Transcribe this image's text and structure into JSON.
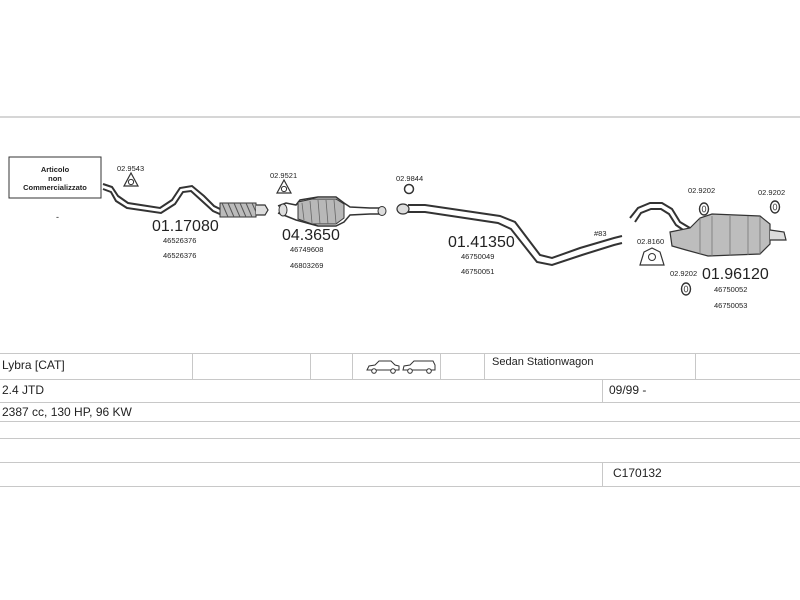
{
  "notice_box": {
    "line1": "Articolo",
    "line2": "non",
    "line3": "Commercializzato"
  },
  "parts": [
    {
      "code": "02.9543"
    },
    {
      "code": "01.17080",
      "refs": [
        "46526376",
        "46526376"
      ]
    },
    {
      "code": "02.9521"
    },
    {
      "code": "04.3650",
      "refs": [
        "46749608",
        "46803269"
      ]
    },
    {
      "code": "02.9844"
    },
    {
      "code": "01.41350",
      "refs": [
        "46750049",
        "46750051"
      ]
    },
    {
      "code": "#83"
    },
    {
      "code": "02.8160"
    },
    {
      "code": "02.9202"
    },
    {
      "code": "02.9202"
    },
    {
      "code": "02.9202"
    },
    {
      "code": "01.96120",
      "refs": [
        "46750052",
        "46750053"
      ]
    }
  ],
  "vehicle": {
    "model": "Lybra [CAT]",
    "body_types": "Sedan Stationwagon",
    "engine": "2.4 JTD",
    "date_range": "09/99 -",
    "specs": "2387 cc, 130 HP, 96 KW",
    "catalog_code": "C170132"
  }
}
